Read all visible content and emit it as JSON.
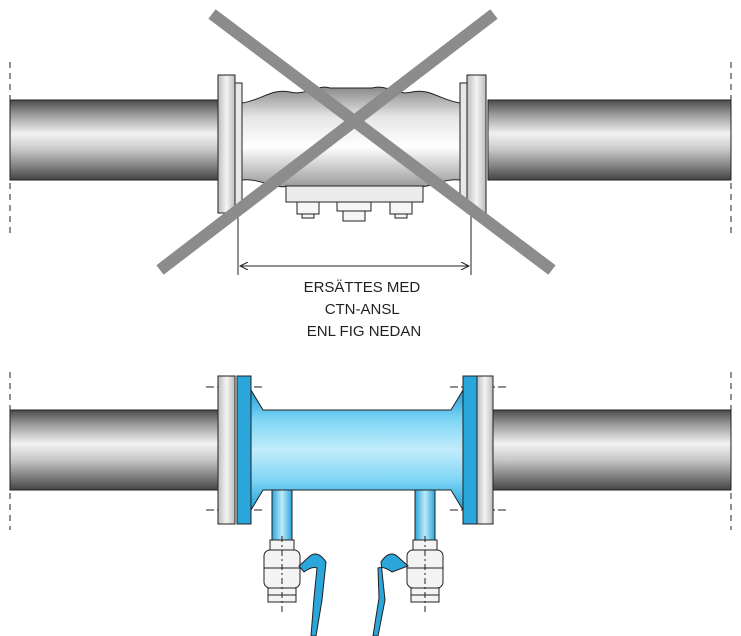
{
  "diagram": {
    "note_lines": [
      "ERSÄTTES MED",
      "CTN-ANSL",
      "ENL FIG NEDAN"
    ]
  },
  "colors": {
    "accent_blue": "#5bc8ee",
    "accent_blue_dark": "#0d7fb8",
    "pipe_dark": "#555555",
    "pipe_light": "#eeeeee",
    "cross_gray": "#8c8c8c",
    "line": "#231f20"
  },
  "icons": [
    "cross-out-mark",
    "ball-valve-icon",
    "dimension-arrow"
  ]
}
